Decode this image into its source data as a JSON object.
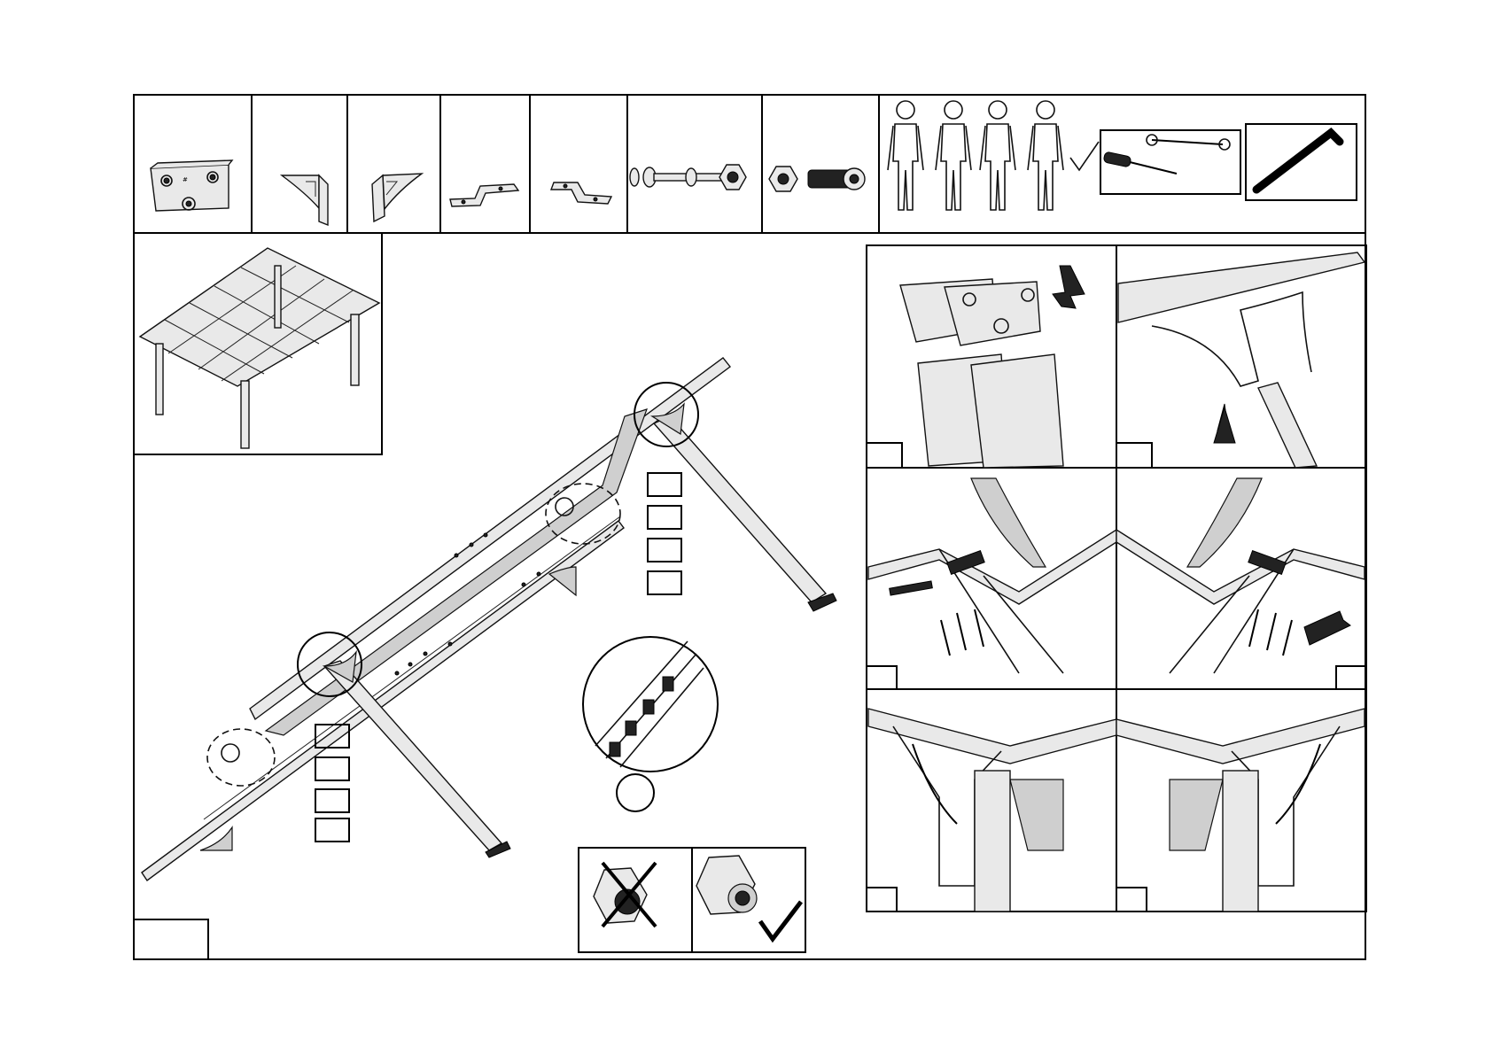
{
  "page": {
    "background": "#ffffff",
    "line_color": "#111111",
    "part_fill": "#e9e9e9"
  },
  "parts_header": {
    "cells": [
      {
        "icon": "connector-plate-icon"
      },
      {
        "icon": "corner-bracket-left-icon"
      },
      {
        "icon": "corner-bracket-right-icon"
      },
      {
        "icon": "z-bracket-a-icon"
      },
      {
        "icon": "z-bracket-b-icon"
      },
      {
        "icon": "bolt-washer-nut-set-icon"
      },
      {
        "icon": "nut-and-screw-icon"
      }
    ],
    "people_count": 4,
    "tools": [
      "screwdriver-wrench-icon",
      "hex-key-icon"
    ]
  },
  "main": {
    "checkbox_groups": [
      {
        "count": 4
      },
      {
        "count": 4
      }
    ],
    "step_number": "",
    "nut_tip": {
      "wrong_icon": "nut-wrong-icon",
      "correct_icon": "nut-correct-icon"
    }
  },
  "detail_panels": {
    "labels": [
      "",
      "",
      "",
      "",
      "",
      "",
      "",
      ""
    ]
  }
}
